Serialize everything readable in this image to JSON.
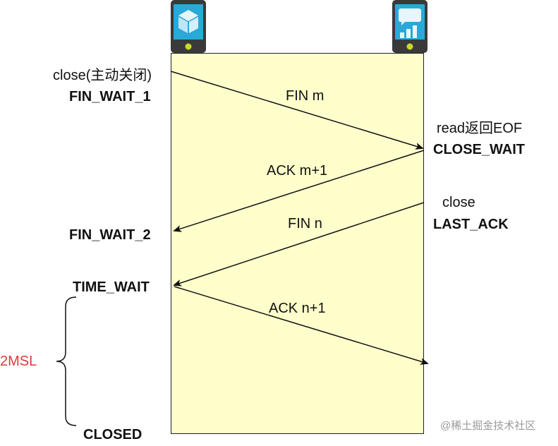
{
  "client": {
    "action": "close(主动关闭)",
    "states": {
      "fin_wait_1": "FIN_WAIT_1",
      "fin_wait_2": "FIN_WAIT_2",
      "time_wait": "TIME_WAIT",
      "closed": "CLOSED"
    },
    "duration_label": "2MSL",
    "icon": "phone-cube-icon"
  },
  "server": {
    "read_event": "read返回EOF",
    "close_action": "close",
    "states": {
      "close_wait": "CLOSE_WAIT",
      "last_ack": "LAST_ACK"
    },
    "icon": "phone-chart-icon"
  },
  "messages": {
    "fin_m": "FIN m",
    "ack_m1": "ACK m+1",
    "fin_n": "FIN n",
    "ack_n1": "ACK n+1"
  },
  "watermark": "@稀土掘金技术社区",
  "colors": {
    "area_fill": "#ffffcc",
    "duration_label": "#e0393e",
    "phone_body": "#3a3a3a",
    "phone_screen": "#29a9d8",
    "phone_button": "#c9d92a"
  }
}
